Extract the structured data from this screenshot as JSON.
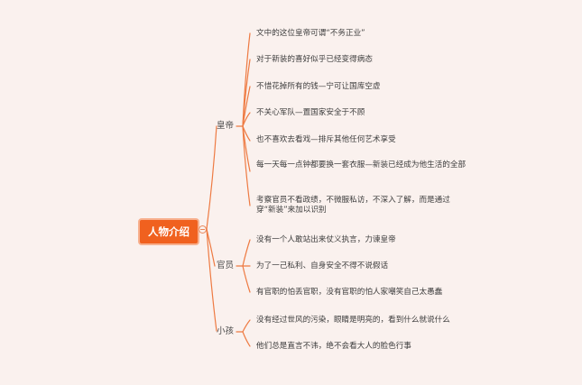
{
  "theme": {
    "background": "#faf1ee",
    "accent": "#f0611f",
    "line_color": "#ee7a42",
    "text_color": "#3d3d3d"
  },
  "mindmap": {
    "root": {
      "label": "人物介绍"
    },
    "branches": [
      {
        "label": "皇帝",
        "children": [
          "文中的这位皇帝可谓“不务正业”",
          "对于新装的喜好似乎已经变得病态",
          "不惜花掉所有的钱—宁可让国库空虚",
          "不关心军队—置国家安全于不顾",
          "也不喜欢去看戏—排斥其他任何艺术享受",
          "每一天每一点钟都要换一套衣服—新装已经成为他生活的全部",
          "考察官员不看政绩，不微服私访，不深入了解，而是通过穿“新装”来加以识别"
        ]
      },
      {
        "label": "官员",
        "children": [
          "没有一个人敢站出来仗义执言，力谏皇帝",
          "为了一己私利、自身安全不得不说假话",
          "有官职的怕丢官职，没有官职的怕人家嘲笑自己太愚蠢"
        ]
      },
      {
        "label": "小孩",
        "children": [
          "没有经过世风的污染，眼睛是明亮的，看到什么就说什么",
          "他们总是直言不讳，绝不会看大人的脸色行事"
        ]
      }
    ]
  }
}
